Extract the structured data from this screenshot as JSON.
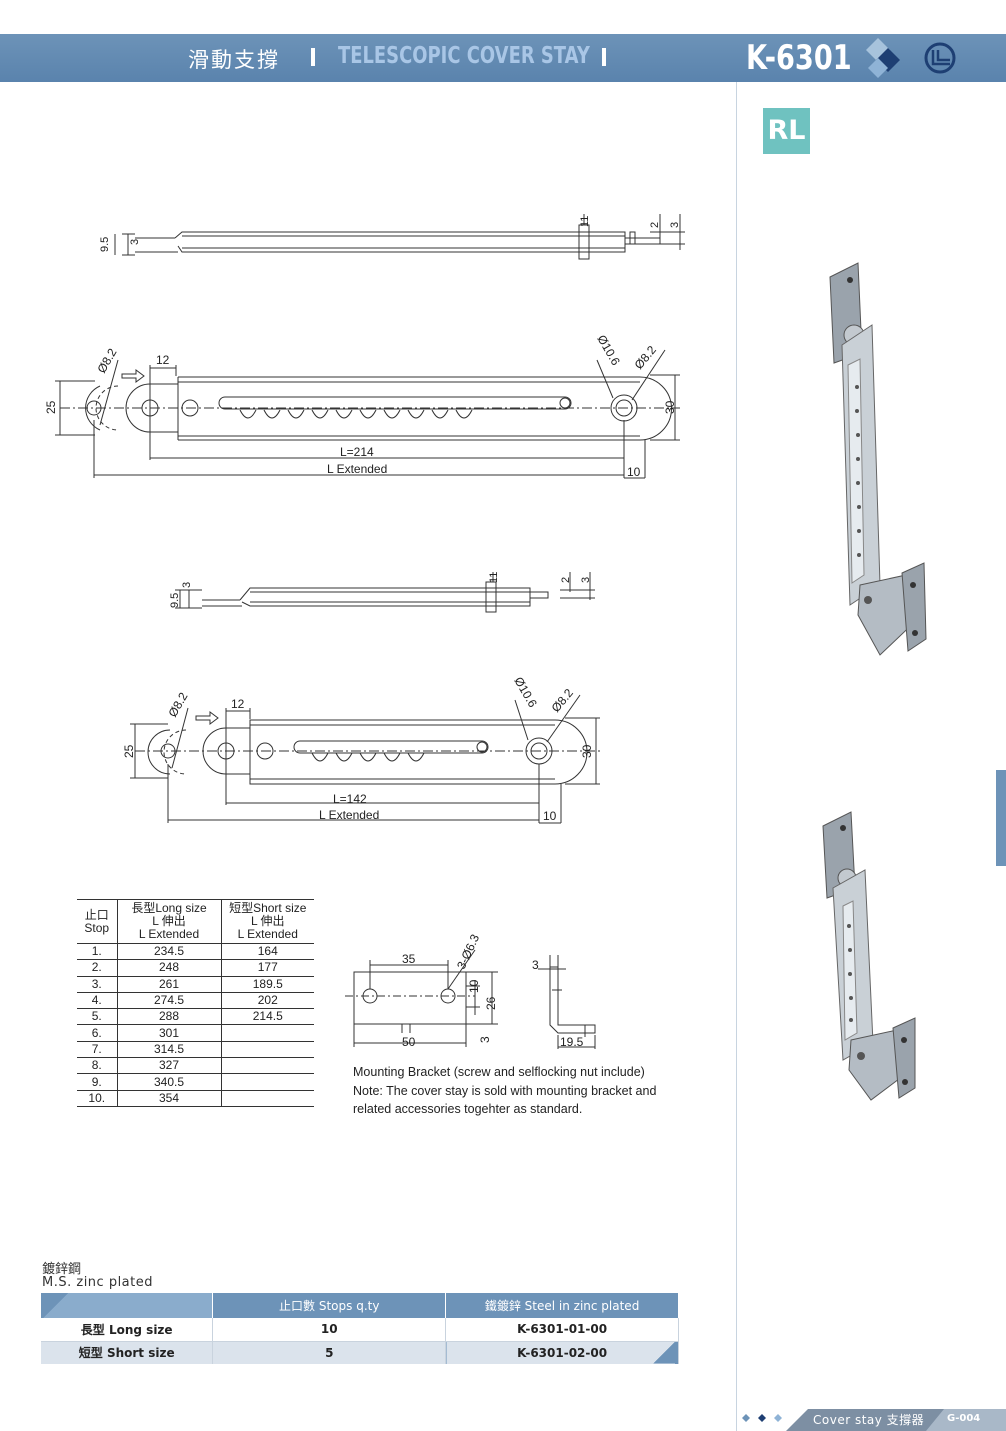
{
  "header": {
    "title_zh": "滑動支撐",
    "title_en": "TELESCOPIC COVER STAY",
    "model": "K-6301"
  },
  "badge": "RL",
  "drawing1": {
    "dim_9_5": "9.5",
    "dim_3a": "3",
    "dim_11": "11",
    "dim_2": "2",
    "dim_3b": "3"
  },
  "drawing2": {
    "d82_left": "Ø8.2",
    "dim12": "12",
    "dim25": "25",
    "d106": "Ø10.6",
    "d82_right": "Ø8.2",
    "dim30": "30",
    "length": "L=214",
    "extended": "L Extended",
    "dim10": "10"
  },
  "drawing3": {
    "dim_9_5": "9.5",
    "dim_3a": "3",
    "dim_11": "11",
    "dim_2": "2",
    "dim_3b": "3"
  },
  "drawing4": {
    "d82_left": "Ø8.2",
    "dim12": "12",
    "dim25": "25",
    "d106": "Ø10.6",
    "d82_right": "Ø8.2",
    "dim30": "30",
    "length": "L=142",
    "extended": "L Extended",
    "dim10": "10"
  },
  "bracket": {
    "dim35": "35",
    "holes": "3-Ø6.3",
    "dim10": "10",
    "dim26": "26",
    "dim50": "50",
    "dim3a": "3",
    "dim3b": "3",
    "dim19_5": "19.5"
  },
  "stop_table": {
    "h1_zh": "止口",
    "h1_en": "Stop",
    "h2_a": "長型Long size",
    "h2_b": "L 伸出",
    "h2_c": "L Extended",
    "h3_a": "短型Short size",
    "h3_b": "L 伸出",
    "h3_c": "L Extended",
    "rows": [
      [
        "1.",
        "234.5",
        "164"
      ],
      [
        "2.",
        "248",
        "177"
      ],
      [
        "3.",
        "261",
        "189.5"
      ],
      [
        "4.",
        "274.5",
        "202"
      ],
      [
        "5.",
        "288",
        "214.5"
      ],
      [
        "6.",
        "301",
        ""
      ],
      [
        "7.",
        "314.5",
        ""
      ],
      [
        "8.",
        "327",
        ""
      ],
      [
        "9.",
        "340.5",
        ""
      ],
      [
        "10.",
        "354",
        ""
      ]
    ]
  },
  "notes": {
    "line1": "Mounting Bracket (screw and selflocking nut include)",
    "line2": "Note:  The cover stay is sold with mounting bracket and",
    "line3": "related accessories togehter  as standard."
  },
  "order_table": {
    "title_zh": "鍍鋅鋼",
    "title_en": "M.S. zinc plated",
    "col2": "止口數 Stops q.ty",
    "col3": "鐵鍍鋅   Steel in zinc plated",
    "rows": [
      {
        "size": "長型 Long size",
        "stops": "10",
        "code": "K-6301-01-00"
      },
      {
        "size": "短型 Short size",
        "stops": "5",
        "code": "K-6301-02-00"
      }
    ]
  },
  "footer": {
    "text": "Cover stay 支撐器",
    "page": "G-004"
  },
  "colors": {
    "header": "#6d93b8",
    "badge": "#6fc2c0"
  }
}
